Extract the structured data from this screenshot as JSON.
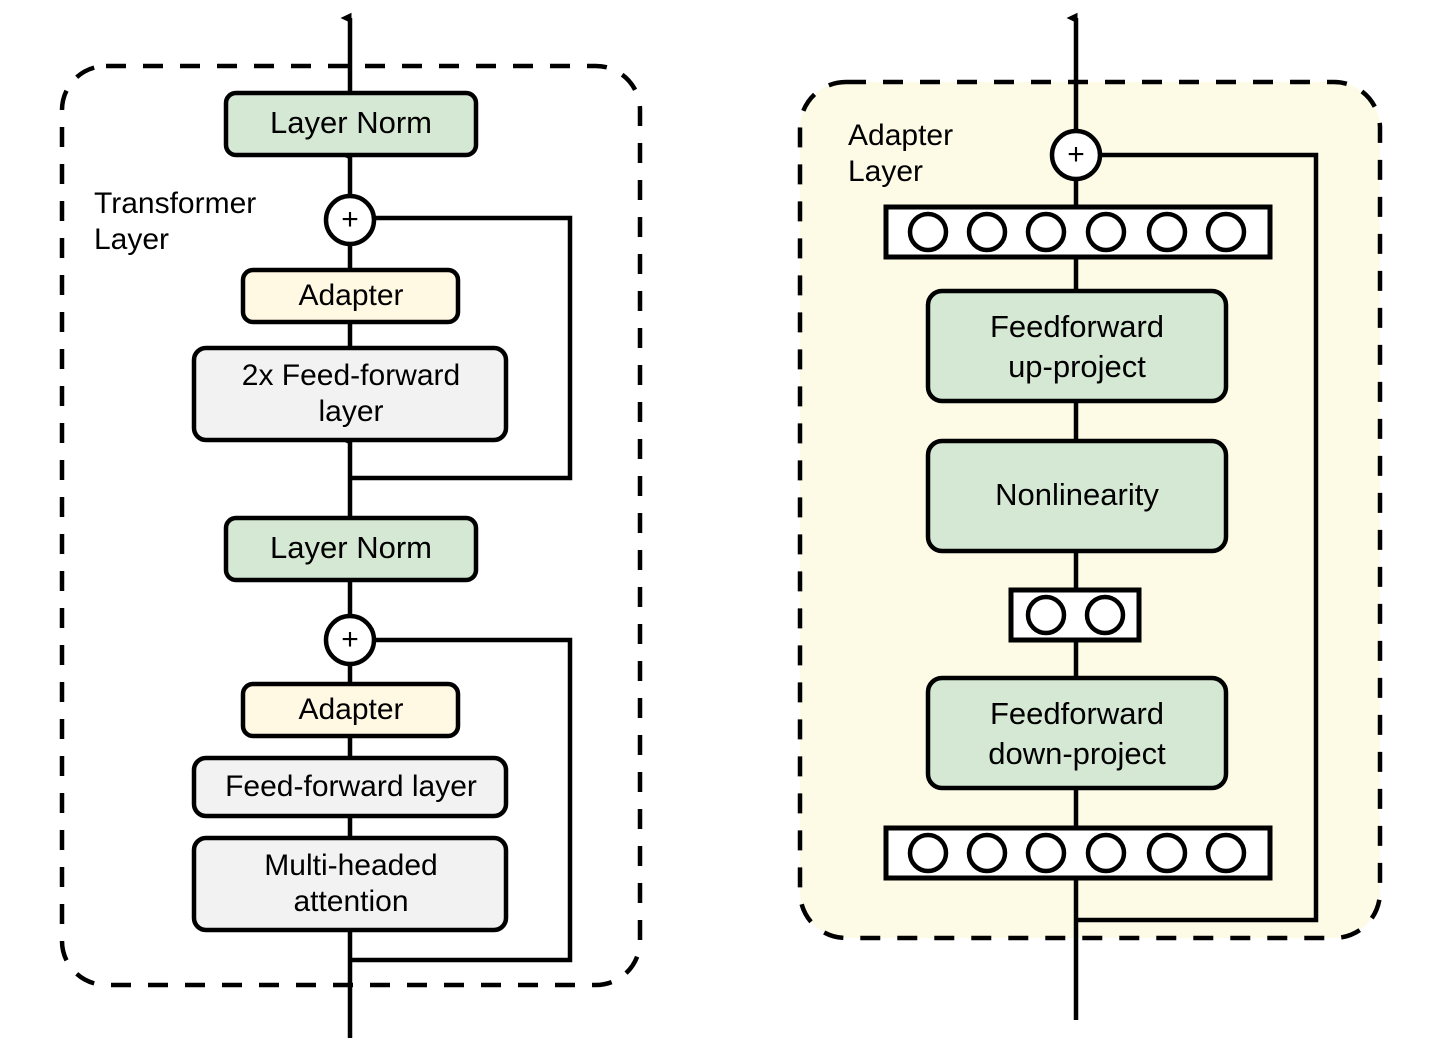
{
  "figure": {
    "type": "diagram",
    "title": "Adapter architecture in a Transformer layer",
    "background": "#ffffff",
    "colors": {
      "green_fill": "#d5e8d4",
      "cream_fill": "#fff9e3",
      "grey_fill": "#f2f2f2",
      "white_fill": "#ffffff",
      "stroke": "#000000",
      "panel_right_fill": "#fdfae6"
    }
  },
  "left_panel": {
    "name": "transformer-layer-panel",
    "label": "Transformer\nLayer",
    "label_line1": "Transformer",
    "label_line2": "Layer",
    "border_style": "dashed",
    "fill": "#ffffff",
    "blocks": [
      {
        "id": "layer-norm-top",
        "label": "Layer Norm",
        "fill": "green"
      },
      {
        "id": "add-top",
        "label": "+",
        "fill": "white",
        "shape": "circle"
      },
      {
        "id": "adapter-top",
        "label": "Adapter",
        "fill": "cream"
      },
      {
        "id": "feed-forward-2x",
        "label": "2x Feed-forward\nlayer",
        "label_line1": "2x Feed-forward",
        "label_line2": "layer",
        "fill": "grey"
      },
      {
        "id": "layer-norm-bottom",
        "label": "Layer Norm",
        "fill": "green"
      },
      {
        "id": "add-bottom",
        "label": "+",
        "fill": "white",
        "shape": "circle"
      },
      {
        "id": "adapter-bottom",
        "label": "Adapter",
        "fill": "cream"
      },
      {
        "id": "feed-forward-layer",
        "label": "Feed-forward layer",
        "fill": "grey"
      },
      {
        "id": "multi-headed-attention",
        "label": "Multi-headed\nattention",
        "label_line1": "Multi-headed",
        "label_line2": "attention",
        "fill": "grey"
      }
    ],
    "skip_connections": [
      {
        "from": "input",
        "to": "add-bottom"
      },
      {
        "from": "add-bottom-out",
        "to": "feed-forward-2x-in"
      }
    ]
  },
  "right_panel": {
    "name": "adapter-layer-panel",
    "label": "Adapter\nLayer",
    "label_line1": "Adapter",
    "label_line2": "Layer",
    "border_style": "dashed",
    "fill": "#fdfae6",
    "blocks": [
      {
        "id": "add-adapter",
        "label": "+",
        "fill": "white",
        "shape": "circle"
      },
      {
        "id": "output-units",
        "label": "",
        "fill": "white",
        "shape": "unit-row",
        "units": 6
      },
      {
        "id": "feedforward-up",
        "label": "Feedforward\nup-project",
        "label_line1": "Feedforward",
        "label_line2": "up-project",
        "fill": "green"
      },
      {
        "id": "nonlinearity",
        "label": "Nonlinearity",
        "fill": "green"
      },
      {
        "id": "bottleneck-units",
        "label": "",
        "fill": "white",
        "shape": "unit-row",
        "units": 2
      },
      {
        "id": "feedforward-down",
        "label": "Feedforward\ndown-project",
        "label_line1": "Feedforward",
        "label_line2": "down-project",
        "fill": "green"
      },
      {
        "id": "input-units",
        "label": "",
        "fill": "white",
        "shape": "unit-row",
        "units": 6
      }
    ],
    "skip_connections": [
      {
        "from": "input-units-in",
        "to": "add-adapter"
      }
    ]
  }
}
